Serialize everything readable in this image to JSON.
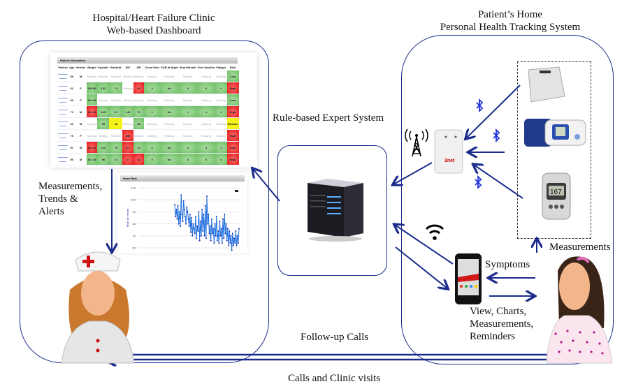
{
  "titles": {
    "hospital_line1": "Hospital/Heart Failure Clinic",
    "hospital_line2": "Web-based Dashboard",
    "home_line1": "Patient’s Home",
    "home_line2": "Personal Health Tracking System"
  },
  "labels": {
    "measurements_trends": "Measurements,",
    "trends": "Trends &",
    "alerts": "Alerts",
    "expert_system": "Rule-based Expert System",
    "measurements": "Measurements",
    "symptoms": "Symptoms",
    "view_charts_1": "View, Charts,",
    "view_charts_2": "Measurements,",
    "view_charts_3": "Reminders",
    "follow_up": "Follow-up Calls",
    "calls_visits": "Calls and Clinic visits"
  },
  "devices": {
    "hub_label": "2net",
    "glucose_reading": "167"
  },
  "colors": {
    "arrow": "#1a2b8c",
    "bluetooth": "#2233dd",
    "low": "#6cbe62",
    "high": "#e21818",
    "medium": "#f5f219"
  },
  "patient_table": {
    "title": "Patient Information",
    "headers": [
      "Patient",
      "Age",
      "Gender",
      "Weight",
      "Systolic",
      "Diastolic",
      "BG",
      "HR",
      "Chest Pain",
      "SOB at Night",
      "Short Breath",
      "Feet Swollen",
      "Fatigue",
      "Risk"
    ],
    "rows": [
      {
        "cells": [
          "",
          "56",
          "M",
          "Missing",
          "Missing",
          "Missing",
          "Missing",
          "Missing",
          "Missing",
          "Missing",
          "Missing",
          "Missing",
          "Missing",
          "Low"
        ],
        "status": [
          "n",
          "",
          "",
          "m",
          "m",
          "m",
          "m",
          "m",
          "m",
          "m",
          "m",
          "m",
          "m",
          "g"
        ]
      },
      {
        "cells": [
          "",
          "61",
          "F",
          "145.80",
          "152",
          "74",
          "Missing",
          "46",
          "0",
          "No",
          "0",
          "0",
          "0",
          "High"
        ],
        "status": [
          "n",
          "",
          "",
          "g",
          "g",
          "g",
          "m",
          "r",
          "g",
          "g",
          "g",
          "g",
          "g",
          "r"
        ]
      },
      {
        "cells": [
          "",
          "56",
          "F",
          "144.20",
          "Missing",
          "Missing",
          "Missing",
          "Missing",
          "Missing",
          "Missing",
          "Missing",
          "Missing",
          "Missing",
          "Low"
        ],
        "status": [
          "n",
          "",
          "",
          "g",
          "m",
          "m",
          "m",
          "m",
          "m",
          "m",
          "m",
          "m",
          "m",
          "g"
        ]
      },
      {
        "cells": [
          "",
          "71",
          "M",
          "137.40",
          "105",
          "67",
          "142",
          "72",
          "0",
          "No",
          "1",
          "1",
          "2",
          "High"
        ],
        "status": [
          "n",
          "",
          "",
          "r",
          "g",
          "g",
          "g",
          "g",
          "g",
          "g",
          "g",
          "g",
          "g",
          "r"
        ]
      },
      {
        "cells": [
          "",
          "62",
          "M",
          "Missing",
          "95",
          "18",
          "Missing",
          "68",
          "Missing",
          "Missing",
          "Missing",
          "Missing",
          "Missing",
          "Medium"
        ],
        "status": [
          "n",
          "",
          "",
          "m",
          "g",
          "y",
          "m",
          "g",
          "m",
          "m",
          "m",
          "m",
          "m",
          "y"
        ]
      },
      {
        "cells": [
          "",
          "79",
          "F",
          "Missing",
          "Missing",
          "Missing",
          "259",
          "Missing",
          "Missing",
          "Missing",
          "Missing",
          "Missing",
          "Missing",
          "High"
        ],
        "status": [
          "n",
          "",
          "",
          "m",
          "m",
          "m",
          "r",
          "m",
          "m",
          "m",
          "m",
          "m",
          "m",
          "r"
        ]
      },
      {
        "cells": [
          "",
          "57",
          "M",
          "192.40",
          "114",
          "76",
          "227",
          "72",
          "0",
          "No",
          "0",
          "0",
          "2",
          "High"
        ],
        "status": [
          "n",
          "",
          "",
          "r",
          "g",
          "g",
          "r",
          "g",
          "g",
          "g",
          "g",
          "g",
          "g",
          "r"
        ]
      },
      {
        "cells": [
          "",
          "50",
          "M",
          "167.40",
          "98",
          "74",
          "0",
          "52",
          "0",
          "No",
          "0",
          "0",
          "0",
          "High"
        ],
        "status": [
          "n",
          "",
          "",
          "g",
          "g",
          "g",
          "r",
          "r",
          "g",
          "g",
          "g",
          "g",
          "g",
          "r"
        ]
      }
    ]
  },
  "chart_data": {
    "type": "line",
    "title": "Heart Rate",
    "xlabel": "",
    "ylabel": "Beats per minute",
    "ylim": [
      60,
      110
    ],
    "yticks": [
      110,
      100,
      90,
      80,
      70,
      60
    ],
    "grid": true,
    "legend": "top-right",
    "series": [
      {
        "name": "Heart Rate",
        "values": [
          96,
          86,
          92,
          84,
          95,
          80,
          90,
          78,
          104,
          88,
          82,
          99,
          92,
          86,
          80,
          94,
          90,
          84,
          78,
          88,
          73,
          85,
          70,
          80,
          76,
          72,
          86,
          68,
          78,
          74,
          90,
          66,
          82,
          70,
          92,
          74,
          88,
          70,
          95,
          68,
          103,
          80,
          88,
          72,
          78,
          66,
          84,
          72,
          76,
          64,
          80,
          70,
          86,
          66,
          74,
          64,
          82,
          70,
          76,
          64,
          84,
          68,
          88,
          72,
          80,
          66,
          76,
          62,
          74,
          64,
          70,
          58,
          72,
          62,
          68,
          64,
          74,
          62,
          70,
          64,
          76
        ]
      }
    ]
  }
}
